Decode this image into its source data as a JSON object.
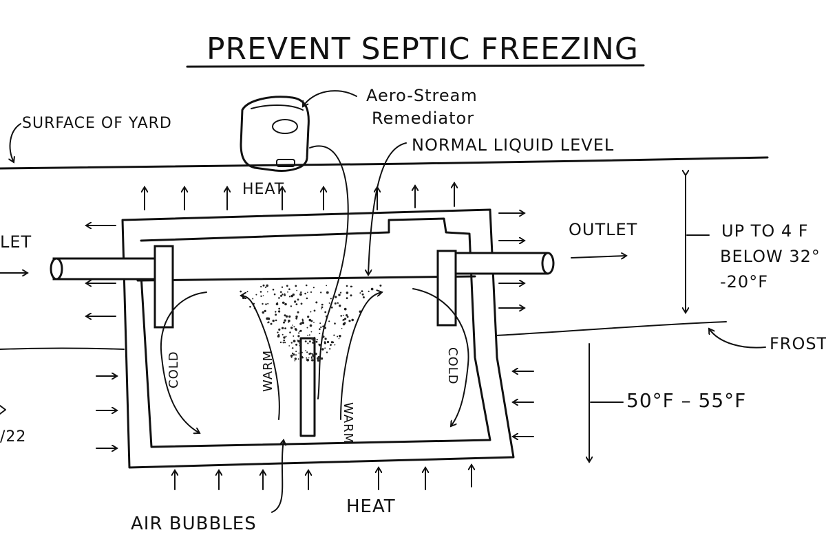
{
  "diagram": {
    "title": "PREVENT SEPTIC FREEZING",
    "labels": {
      "surface": "SURFACE OF YARD",
      "remediator_line1": "Aero-Stream",
      "remediator_line2": "Remediator",
      "liquid_level": "NORMAL LIQUID LEVEL",
      "heat_top": "HEAT",
      "inlet": "LET",
      "outlet": "OUTLET",
      "frost_depth_line1": "UP TO 4 F",
      "frost_depth_line2": "BELOW 32°",
      "frost_depth_line3": "-20°F",
      "frost": "FROST",
      "ground_temp": "50°F – 55°F",
      "cold_left": "COLD",
      "warm_left": "WARM",
      "warm_right": "WARM",
      "cold_right": "COLD",
      "air_bubbles": "AIR BUBBLES",
      "heat_bottom": "HEAT",
      "edge_fragment": "/22"
    }
  }
}
